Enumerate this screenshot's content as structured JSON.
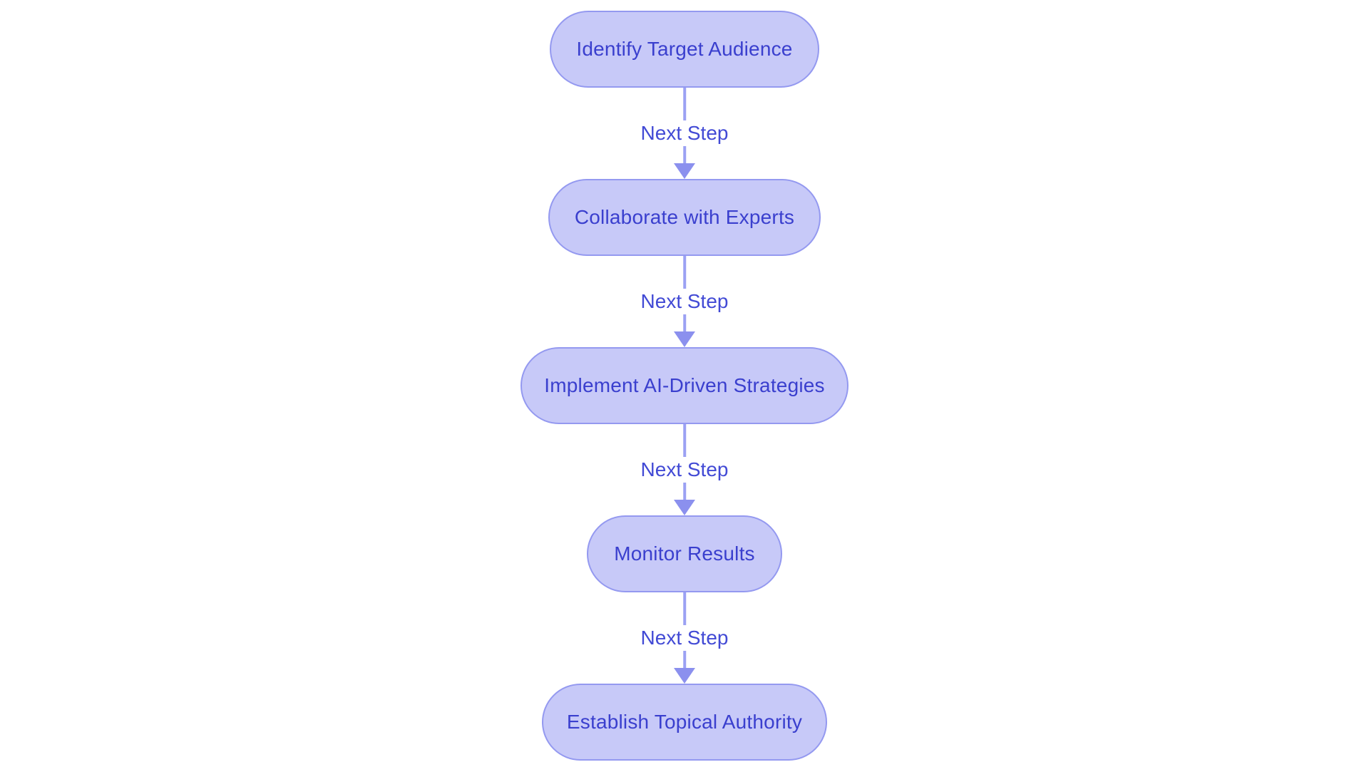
{
  "diagram": {
    "type": "flowchart",
    "direction": "top-down",
    "nodes": [
      {
        "id": "step1",
        "label": "Identify Target Audience"
      },
      {
        "id": "step2",
        "label": "Collaborate with Experts"
      },
      {
        "id": "step3",
        "label": "Implement AI-Driven Strategies"
      },
      {
        "id": "step4",
        "label": "Monitor Results"
      },
      {
        "id": "step5",
        "label": "Establish Topical Authority"
      }
    ],
    "edges": [
      {
        "from": "step1",
        "to": "step2",
        "label": "Next Step"
      },
      {
        "from": "step2",
        "to": "step3",
        "label": "Next Step"
      },
      {
        "from": "step3",
        "to": "step4",
        "label": "Next Step"
      },
      {
        "from": "step4",
        "to": "step5",
        "label": "Next Step"
      }
    ],
    "colors": {
      "background": "#ffffff",
      "node_fill": "#c7c9f8",
      "node_border": "#9499f0",
      "node_text": "#3a3fce",
      "edge_line": "#9ba1f3",
      "edge_arrow": "#8b90ee",
      "edge_label_text": "#424ad5"
    }
  }
}
